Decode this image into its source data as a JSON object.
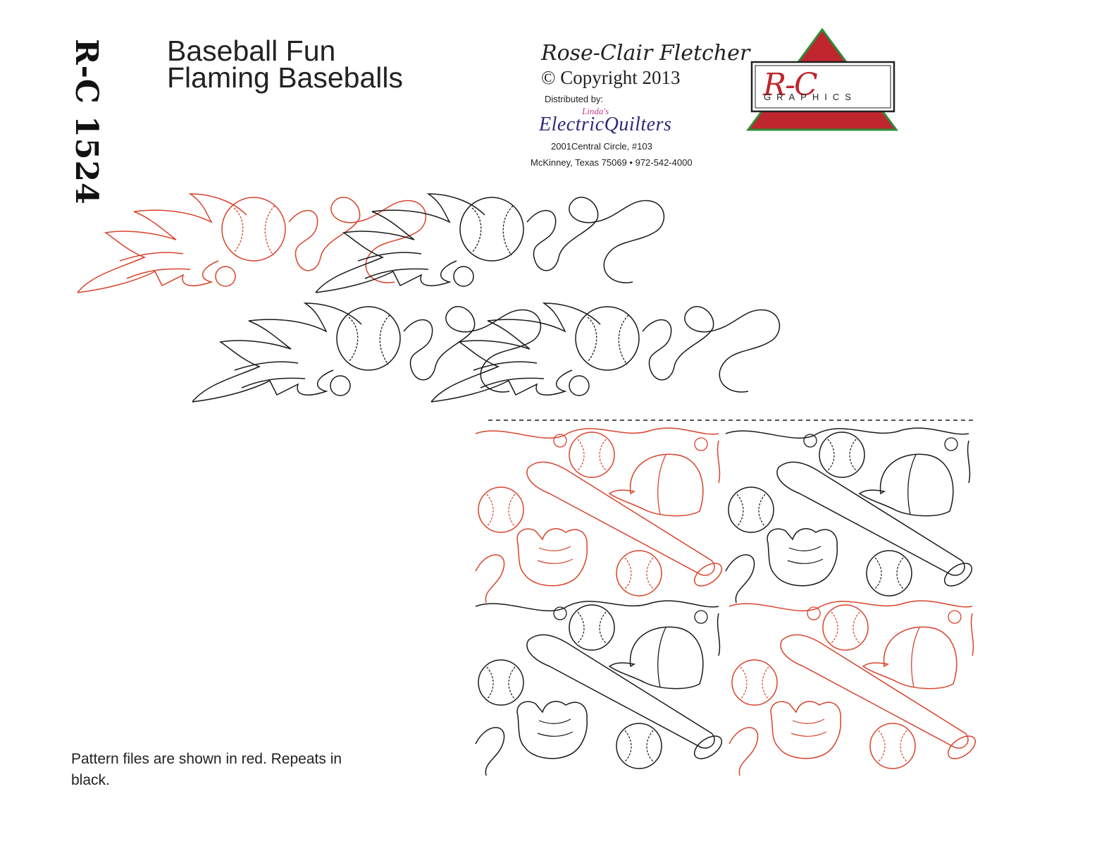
{
  "header": {
    "pattern_id": "R-C 1524",
    "title_line1": "Baseball Fun",
    "title_line2": "Flaming Baseballs",
    "designer": "Rose-Clair Fletcher",
    "copyright": "© Copyright 2013"
  },
  "distributor": {
    "label": "Distributed by:",
    "name_small": "Linda's",
    "name": "ElectricQuilters",
    "address_line1": "2001Central Circle, #103",
    "address_line2": "McKinney, Texas 75069 • 972-542-4000"
  },
  "logo": {
    "mark": "R-C",
    "subtitle": "GRAPHICS",
    "colors": {
      "triangle": "#c0262e",
      "border": "#2e8b3a",
      "box": "#222222"
    }
  },
  "footer": {
    "note": "Pattern files are shown in red. Repeats in black."
  },
  "colors": {
    "pattern": "#d8432b",
    "repeat": "#1a1a1a"
  }
}
